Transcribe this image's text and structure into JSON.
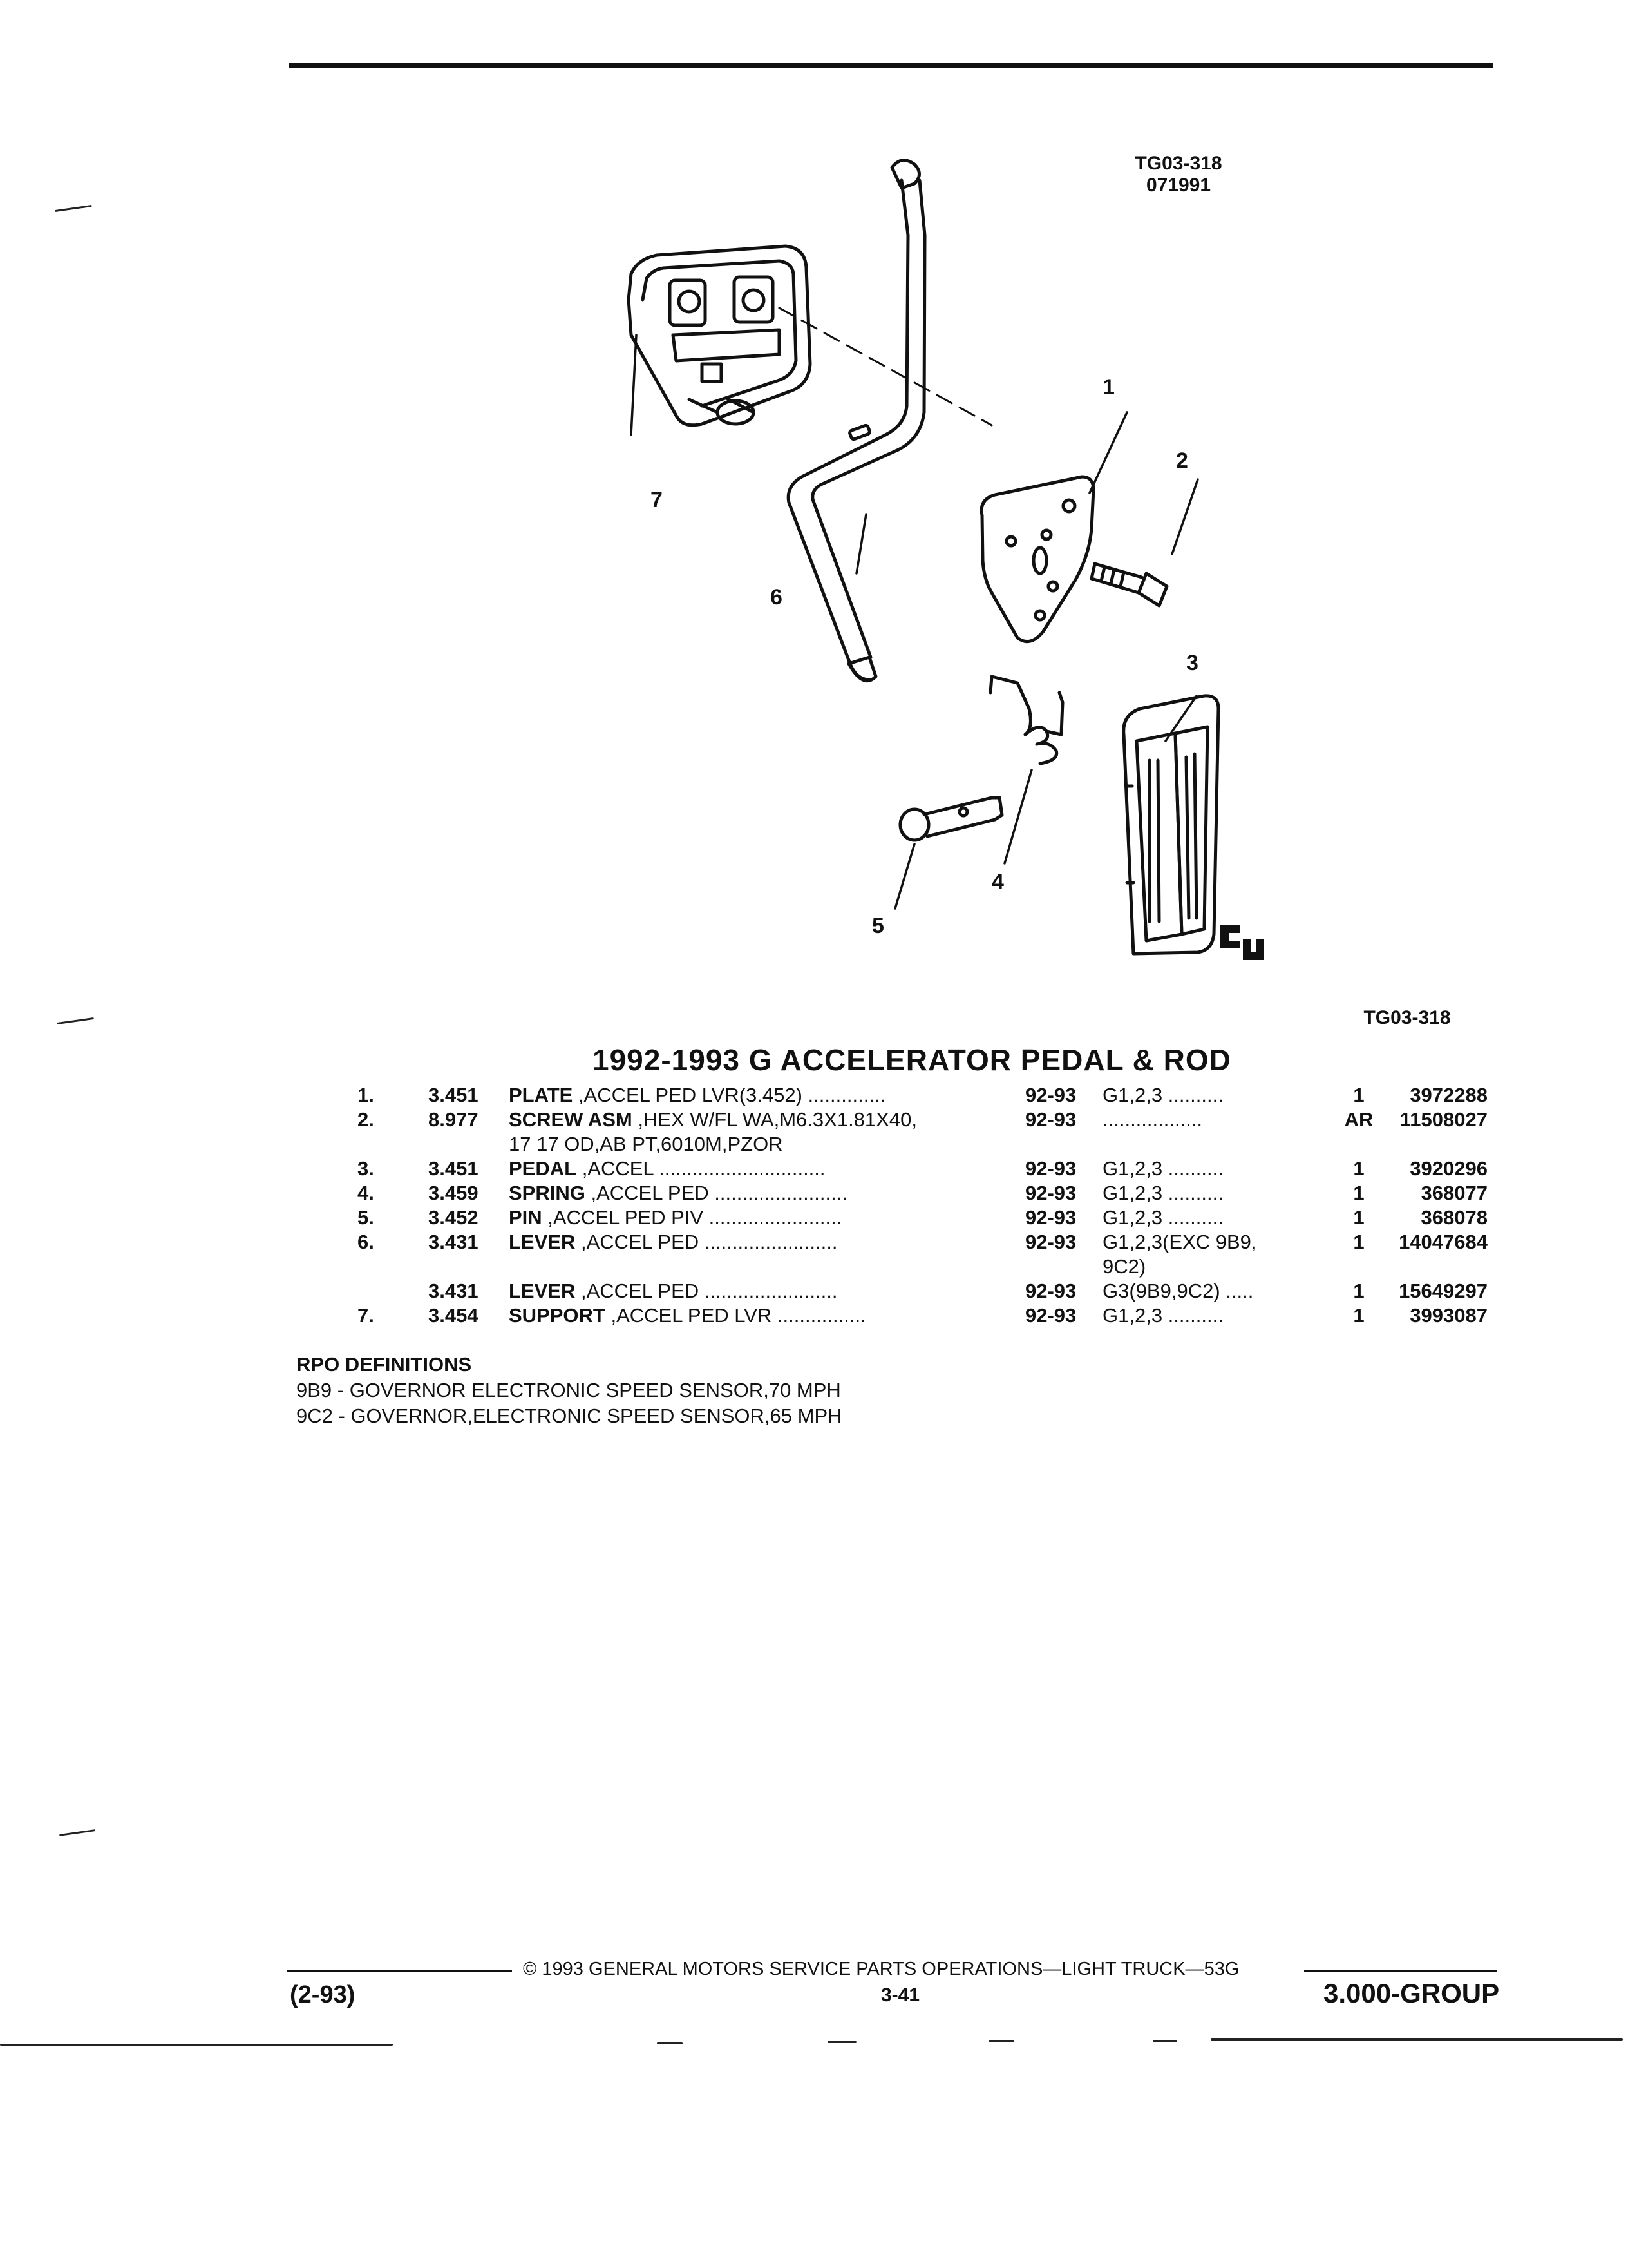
{
  "figure": {
    "tag_top": "TG03-318",
    "tag_date": "071991",
    "tag_bottom": "TG03-318",
    "callouts": [
      "1",
      "2",
      "3",
      "4",
      "5",
      "6",
      "7"
    ]
  },
  "title": "1992-1993 G ACCELERATOR PEDAL & ROD",
  "parts": [
    {
      "idx": "1.",
      "code": "3.451",
      "name": "PLATE",
      "desc": " ,ACCEL PED LVR(3.452) ..............",
      "years": "92-93",
      "app": "G1,2,3  ..........",
      "qty": "1",
      "part": "3972288"
    },
    {
      "idx": "2.",
      "code": "8.977",
      "name": "SCREW ASM",
      "desc": " ,HEX W/FL WA,M6.3X1.81X40,",
      "years": "92-93",
      "app": "..................",
      "qty": "AR",
      "part": "11508027",
      "cont": "17 17 OD,AB PT,6010M,PZOR"
    },
    {
      "idx": "3.",
      "code": "3.451",
      "name": "PEDAL",
      "desc": " ,ACCEL ..............................",
      "years": "92-93",
      "app": "G1,2,3  ..........",
      "qty": "1",
      "part": "3920296"
    },
    {
      "idx": "4.",
      "code": "3.459",
      "name": "SPRING",
      "desc": " ,ACCEL PED ........................",
      "years": "92-93",
      "app": "G1,2,3  ..........",
      "qty": "1",
      "part": "368077"
    },
    {
      "idx": "5.",
      "code": "3.452",
      "name": "PIN",
      "desc": " ,ACCEL PED PIV ........................",
      "years": "92-93",
      "app": "G1,2,3  ..........",
      "qty": "1",
      "part": "368078"
    },
    {
      "idx": "6.",
      "code": "3.431",
      "name": "LEVER",
      "desc": " ,ACCEL PED ........................",
      "years": "92-93",
      "app": "G1,2,3(EXC 9B9,",
      "qty": "1",
      "part": "14047684",
      "cont": "9C2)"
    },
    {
      "idx": "",
      "code": "3.431",
      "name": "LEVER",
      "desc": " ,ACCEL PED ........................",
      "years": "92-93",
      "app": "G3(9B9,9C2) .....",
      "qty": "1",
      "part": "15649297"
    },
    {
      "idx": "7.",
      "code": "3.454",
      "name": "SUPPORT",
      "desc": " ,ACCEL PED LVR ................",
      "years": "92-93",
      "app": "G1,2,3  ..........",
      "qty": "1",
      "part": "3993087"
    }
  ],
  "rpo": {
    "heading": "RPO DEFINITIONS",
    "lines": [
      "9B9 - GOVERNOR ELECTRONIC SPEED SENSOR,70 MPH",
      "9C2 - GOVERNOR,ELECTRONIC SPEED SENSOR,65 MPH"
    ]
  },
  "footer": {
    "copyright": "© 1993 GENERAL MOTORS SERVICE PARTS OPERATIONS—LIGHT TRUCK—53G",
    "date": "(2-93)",
    "page": "3-41",
    "group": "3.000-GROUP"
  }
}
